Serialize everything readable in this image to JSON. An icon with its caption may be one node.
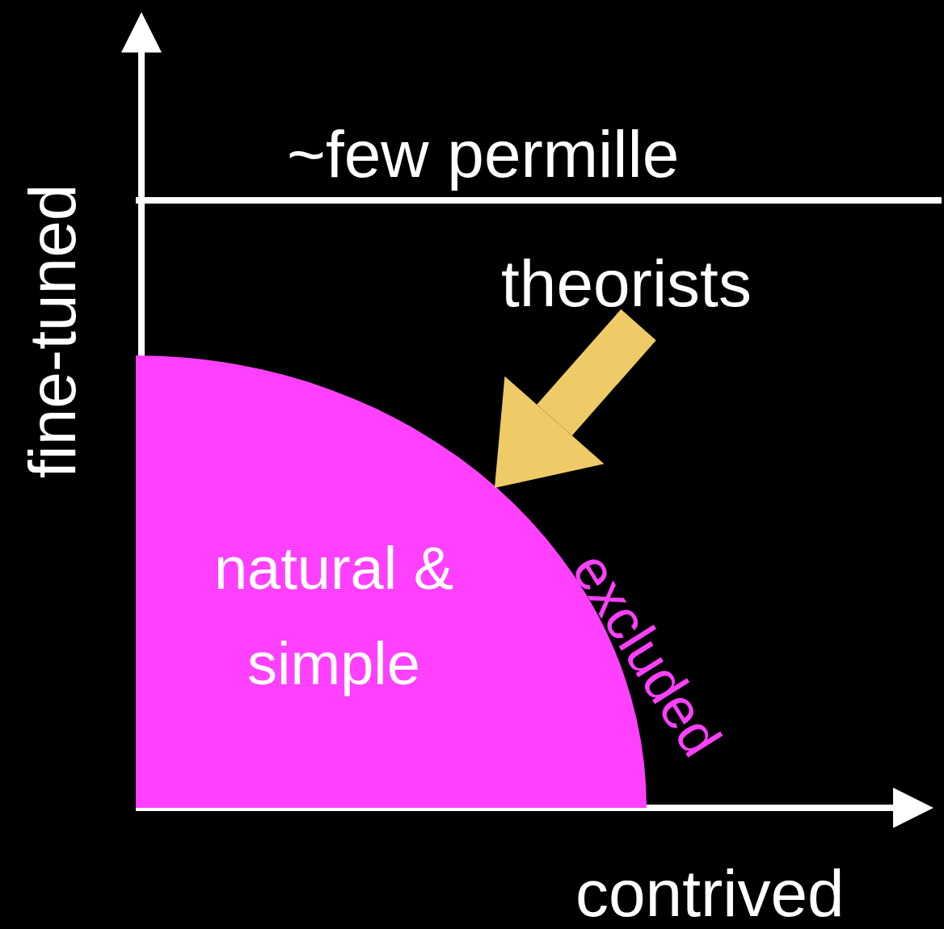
{
  "diagram": {
    "nodes": [
      {
        "text": [
          "natural & simple"
        ]
      },
      {
        "text": [
          "theorists"
        ]
      }
    ],
    "edges": [
      {
        "from": 1,
        "to": 0,
        "arrow": "to"
      }
    ],
    "labels": [
      "~few permille",
      "fine-tuned",
      "excluded",
      "contrived"
    ]
  }
}
